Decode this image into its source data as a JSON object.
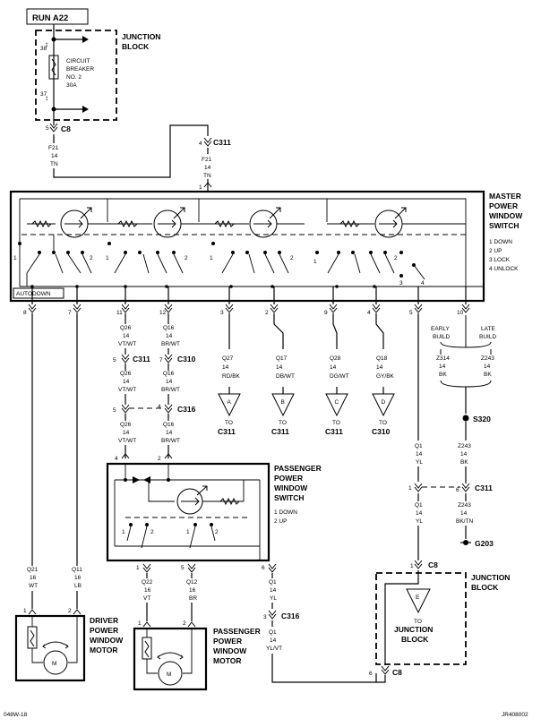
{
  "header": {
    "run_label": "RUN A22"
  },
  "junction_block_top": {
    "title_line1": "JUNCTION",
    "title_line2": "BLOCK",
    "pin_upper": "38",
    "pin_lower": "37",
    "breaker_line1": "CIRCUIT",
    "breaker_line2": "BREAKER",
    "breaker_line3": "NO. 2",
    "breaker_line4": "30A"
  },
  "c8_top": {
    "pin": "5",
    "label": "C8"
  },
  "wire_f21_a": {
    "code": "F21",
    "gauge": "14",
    "color": "TN"
  },
  "c311_top": {
    "pin": "4",
    "label": "C311"
  },
  "wire_f21_b": {
    "code": "F21",
    "gauge": "14",
    "color": "TN"
  },
  "master_pin1": "1",
  "master_switch": {
    "title_line1": "MASTER",
    "title_line2": "POWER",
    "title_line3": "WINDOW",
    "title_line4": "SWITCH",
    "legend": [
      "1 DOWN",
      "2 UP",
      "3 LOCK",
      "4 UNLOCK"
    ],
    "autodown": "AUTODOWN",
    "contact_labels": [
      "1",
      "2",
      "1",
      "2",
      "1",
      "2",
      "1",
      "2",
      "3",
      "4"
    ]
  },
  "master_pins": [
    "8",
    "7",
    "11",
    "12",
    "3",
    "2",
    "9",
    "4",
    "5",
    "10"
  ],
  "wires_q26": {
    "code": "Q26",
    "gauge": "14",
    "color": "VT/WT"
  },
  "wires_q16": {
    "code": "Q16",
    "gauge": "14",
    "color": "BR/WT"
  },
  "c311_mid": {
    "pin": "5",
    "label": "C311"
  },
  "c310_mid": {
    "pin": "7",
    "label": "C310"
  },
  "c316_mid": {
    "pin_a": "5",
    "pin_b": "4",
    "label": "C316"
  },
  "lower_wires": [
    {
      "code": "Q27",
      "gauge": "14",
      "color": "RD/BK"
    },
    {
      "code": "Q17",
      "gauge": "14",
      "color": "DB/WT"
    },
    {
      "code": "Q28",
      "gauge": "14",
      "color": "DG/WT"
    },
    {
      "code": "Q18",
      "gauge": "14",
      "color": "GY/BK"
    }
  ],
  "refs": [
    {
      "letter": "A",
      "to": "TO",
      "conn": "C311"
    },
    {
      "letter": "B",
      "to": "TO",
      "conn": "C311"
    },
    {
      "letter": "C",
      "to": "TO",
      "conn": "C311"
    },
    {
      "letter": "D",
      "to": "TO",
      "conn": "C310"
    }
  ],
  "builds": {
    "early": "EARLY",
    "early2": "BUILD",
    "late": "LATE",
    "late2": "BUILD",
    "z314": {
      "code": "Z314",
      "gauge": "14",
      "color": "BK"
    },
    "z243": {
      "code": "Z243",
      "gauge": "14",
      "color": "BK"
    }
  },
  "splice_s320": "S320",
  "wire_z243_a": {
    "code": "Z243",
    "gauge": "14",
    "color": "BK"
  },
  "c311_right": {
    "pin_a": "1",
    "pin_b": "6",
    "label": "C311"
  },
  "wire_z243_b": {
    "code": "Z243",
    "gauge": "14",
    "color": "BK/TN"
  },
  "ground_g203": "G203",
  "wire_q1_a": {
    "code": "Q1",
    "gauge": "14",
    "color": "YL"
  },
  "wire_q1_b": {
    "code": "Q1",
    "gauge": "14",
    "color": "YL"
  },
  "passenger_switch": {
    "title_line1": "PASSENGER",
    "title_line2": "POWER",
    "title_line3": "WINDOW",
    "title_line4": "SWITCH",
    "legend": [
      "1 DOWN",
      "2 UP"
    ],
    "pin_top_a": "4",
    "pin_top_b": "2",
    "contact_labels": [
      "1",
      "2",
      "1",
      "2"
    ],
    "pins_bottom": [
      "1",
      "5",
      "6"
    ]
  },
  "wire_q21": {
    "code": "Q21",
    "gauge": "16",
    "color": "WT"
  },
  "wire_q11": {
    "code": "Q11",
    "gauge": "16",
    "color": "LB"
  },
  "wire_q22": {
    "code": "Q22",
    "gauge": "16",
    "color": "VT"
  },
  "wire_q12": {
    "code": "Q12",
    "gauge": "16",
    "color": "BR"
  },
  "wire_q1_c": {
    "code": "Q1",
    "gauge": "14",
    "color": "YL"
  },
  "c316_low": {
    "pin": "3",
    "label": "C316"
  },
  "wire_q1_d": {
    "code": "Q1",
    "gauge": "14",
    "color": "YL/VT"
  },
  "driver_motor": {
    "title_line1": "DRIVER",
    "title_line2": "POWER",
    "title_line3": "WINDOW",
    "title_line4": "MOTOR",
    "pin_a": "1",
    "pin_b": "2",
    "m": "M"
  },
  "passenger_motor": {
    "title_line1": "PASSENGER",
    "title_line2": "POWER",
    "title_line3": "WINDOW",
    "title_line4": "MOTOR",
    "pin_a": "1",
    "pin_b": "2",
    "m": "M"
  },
  "junction_block_bottom": {
    "title_line1": "JUNCTION",
    "title_line2": "BLOCK",
    "c8_pin_top": "1",
    "c8_label_top": "C8",
    "ref_letter": "E",
    "to": "TO",
    "to_line2": "JUNCTION",
    "to_line3": "BLOCK",
    "c8_pin_bottom": "6",
    "c8_label_bottom": "C8"
  },
  "footer": {
    "left": "048W-18",
    "right": "JR408002"
  }
}
